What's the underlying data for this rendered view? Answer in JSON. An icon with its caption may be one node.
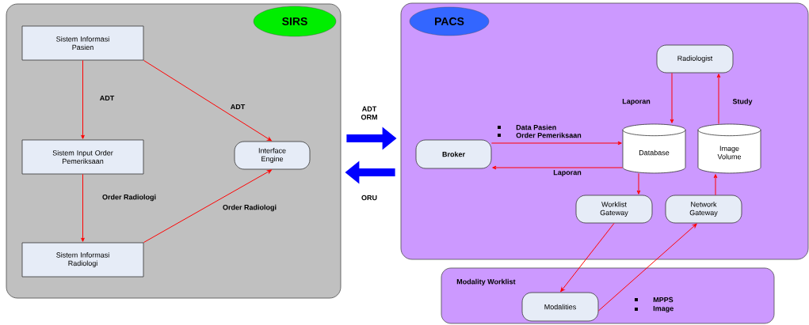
{
  "diagram": {
    "nodes": [
      {
        "text": [
          "SIRS"
        ]
      },
      {
        "text": [
          "Sistem Informasi Pasien"
        ],
        "in": 0
      },
      {
        "text": [
          "Sistem Input Order Pemeriksaan"
        ],
        "in": 0
      },
      {
        "text": [
          "Sistem Informasi Radiologi"
        ],
        "in": 0
      },
      {
        "text": [
          "Interface Engine"
        ],
        "in": 0
      },
      {
        "text": [
          "PACS"
        ]
      },
      {
        "text": [
          "Broker"
        ],
        "in": 5
      },
      {
        "text": [
          "Radiologist"
        ],
        "in": 5
      },
      {
        "text": [
          "Database"
        ],
        "in": 5
      },
      {
        "text": [
          "Image Volume"
        ],
        "in": 5
      },
      {
        "text": [
          "Worklist Gateway"
        ],
        "in": 5
      },
      {
        "text": [
          "Network Gateway"
        ],
        "in": 5
      },
      {
        "text": [
          "Modality Worklist"
        ]
      },
      {
        "text": [
          "Modalities"
        ],
        "in": 12
      }
    ],
    "edges": [
      {
        "from": 1,
        "to": 2,
        "arrow": "to",
        "label": "ADT"
      },
      {
        "from": 1,
        "to": 4,
        "arrow": "to",
        "label": "ADT"
      },
      {
        "from": 2,
        "to": 3,
        "arrow": "to",
        "label": "Order Radiologi"
      },
      {
        "from": 3,
        "to": 4,
        "arrow": "to",
        "label": "Order Radiologi"
      },
      {
        "from": 6,
        "to": 8,
        "arrow": "to"
      },
      {
        "from": 8,
        "to": 6,
        "arrow": "to",
        "label": "Laporan"
      },
      {
        "from": 7,
        "to": 8,
        "arrow": "to",
        "label": "Laporan"
      },
      {
        "from": 9,
        "to": 7,
        "arrow": "to",
        "label": "Study"
      },
      {
        "from": 8,
        "to": 10,
        "arrow": "to"
      },
      {
        "from": 11,
        "to": 9,
        "arrow": "to"
      },
      {
        "from": 10,
        "to": 13,
        "arrow": "to"
      },
      {
        "from": 13,
        "to": 11,
        "arrow": "to"
      },
      {
        "from": 0,
        "to": 5,
        "arrow": "to",
        "label": "ADT ORM",
        "style": "thick",
        "color": "#0000ff"
      },
      {
        "from": 5,
        "to": 0,
        "arrow": "to",
        "label": "ORU",
        "style": "thick",
        "color": "#0000ff"
      }
    ],
    "labels": [
      "Data Pasien",
      "Order Pemeriksaan",
      "MPPS",
      "Image"
    ]
  }
}
